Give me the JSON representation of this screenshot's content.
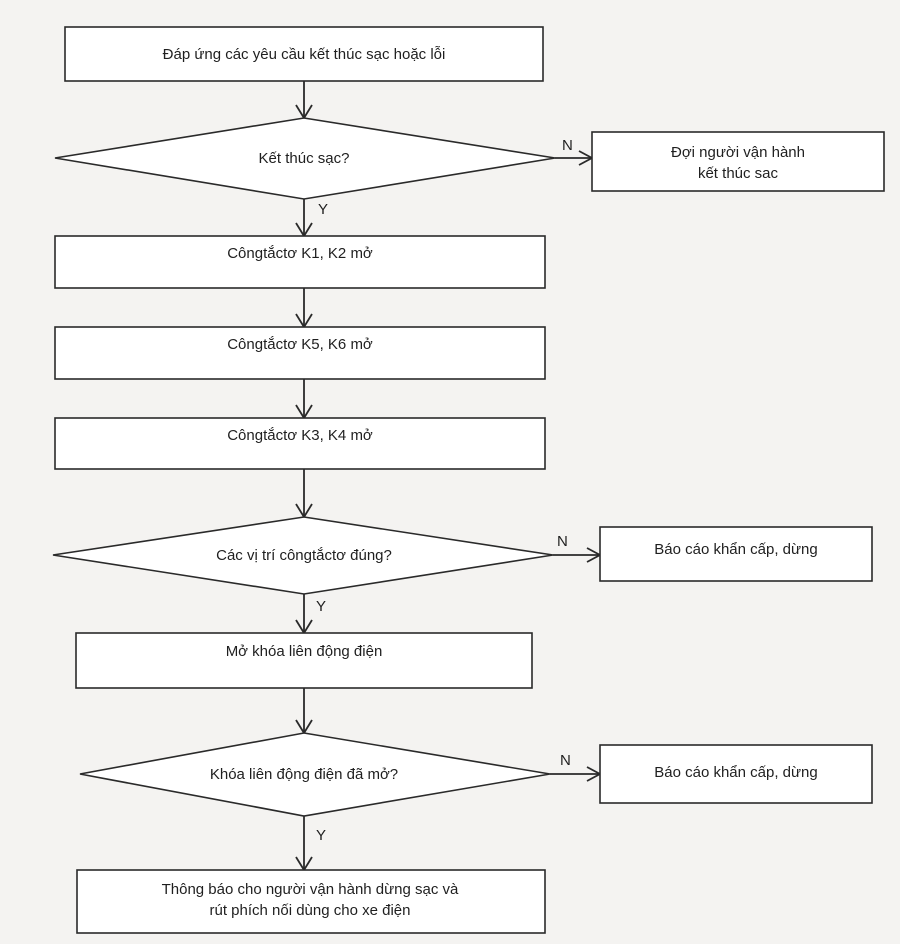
{
  "colors": {
    "background": "#f4f3f1",
    "stroke": "#2a2a2a",
    "text": "#1f1f1f"
  },
  "nodes": {
    "start": "Đáp ứng các yêu cầu kết thúc sạc hoặc lỗi",
    "d1": "Kết thúc sạc?",
    "wait": [
      "Đợi người vận hành",
      "kết thúc sac"
    ],
    "k12": "Côngtắctơ K1, K2  mở",
    "k56": "Côngtắctơ K5, K6  mở",
    "k34": "Côngtắctơ K3, K4  mở",
    "d2": "Các vị trí côngtắctơ đúng?",
    "err1": "Báo cáo khẩn cấp, dừng",
    "unlock": "Mở khóa liên động điện",
    "d3": "Khóa liên động điện đã mở?",
    "err2": "Báo cáo khẩn cấp, dừng",
    "end": [
      "Thông báo cho người vận hành dừng sạc và",
      "rút phích nối dùng cho xe điện"
    ]
  },
  "labels": {
    "yes": "Y",
    "no": "N"
  }
}
